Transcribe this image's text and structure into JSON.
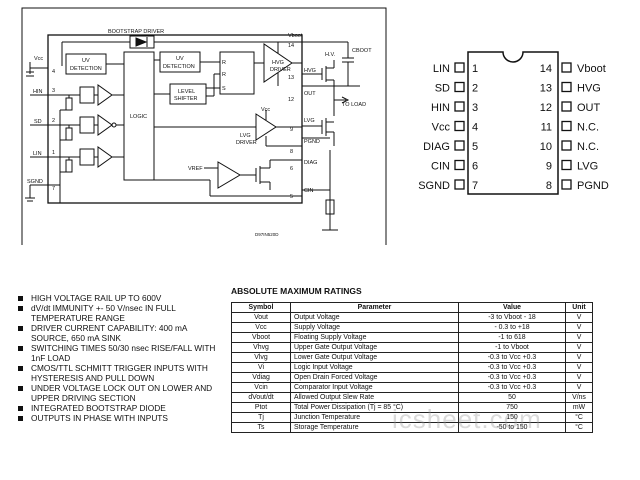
{
  "diagram": {
    "labels": {
      "bootstrap_driver": "BOOTSTRAP DRIVER",
      "vboot": "Vboot",
      "vcc": "Vcc",
      "uv_detection_1": "UV",
      "uv_detection_2": "DETECTION",
      "uv2_detection_1": "UV",
      "uv2_detection_2": "DETECTION",
      "logic": "LOGIC",
      "level_shifter_1": "LEVEL",
      "level_shifter_2": "SHIFTER",
      "r1": "R",
      "r2": "R",
      "s": "S",
      "hvg_driver_1": "HVG",
      "hvg_driver_2": "DRIVER",
      "lvg_driver_1": "LVG",
      "lvg_driver_2": "DRIVER",
      "hv": "H.V.",
      "cboot": "CBOOT",
      "hvg": "HVG",
      "out": "OUT",
      "to_load": "TO LOAD",
      "vcc2": "Vcc",
      "lvg": "LVG",
      "pgnd": "PGND",
      "vref": "VREF",
      "diag": "DIAG",
      "cin": "CIN",
      "hin": "HIN",
      "sd": "SD",
      "lin": "LIN",
      "sgnd": "SGND",
      "p14": "14",
      "p13": "13",
      "p12": "12",
      "p9": "9",
      "p8": "8",
      "p6": "6",
      "p5": "5",
      "p4": "4",
      "p3": "3",
      "p2": "2",
      "p1": "1",
      "p7": "7",
      "code": "D97IN520D"
    }
  },
  "pinout": {
    "left": [
      {
        "name": "LIN",
        "num": "1"
      },
      {
        "name": "SD",
        "num": "2"
      },
      {
        "name": "HIN",
        "num": "3"
      },
      {
        "name": "Vcc",
        "num": "4"
      },
      {
        "name": "DIAG",
        "num": "5"
      },
      {
        "name": "CIN",
        "num": "6"
      },
      {
        "name": "SGND",
        "num": "7"
      }
    ],
    "right": [
      {
        "name": "Vboot",
        "num": "14"
      },
      {
        "name": "HVG",
        "num": "13"
      },
      {
        "name": "OUT",
        "num": "12"
      },
      {
        "name": "N.C.",
        "num": "11"
      },
      {
        "name": "N.C.",
        "num": "10"
      },
      {
        "name": "LVG",
        "num": "9"
      },
      {
        "name": "PGND",
        "num": "8"
      }
    ]
  },
  "features": [
    "HIGH VOLTAGE RAIL UP TO 600V",
    "dV/dt IMMUNITY +- 50 V/nsec IN FULL TEMPERATURE RANGE",
    "DRIVER CURRENT CAPABILITY: 400 mA SOURCE, 650 mA SINK",
    "SWITCHING TIMES 50/30 nsec RISE/FALL WITH 1nF LOAD",
    "CMOS/TTL SCHMITT TRIGGER INPUTS WITH HYSTERESIS AND PULL DOWN",
    "UNDER VOLTAGE LOCK OUT ON LOWER AND UPPER DRIVING SECTION",
    "INTEGRATED BOOTSTRAP DIODE",
    "OUTPUTS IN PHASE WITH INPUTS"
  ],
  "ratings": {
    "title": "ABSOLUTE MAXIMUM RATINGS",
    "headers": [
      "Symbol",
      "Parameter",
      "Value",
      "Unit"
    ],
    "rows": [
      [
        "Vout",
        "Output Voltage",
        "-3 to Vboot - 18",
        "V"
      ],
      [
        "Vcc",
        "Supply Voltage",
        "- 0.3 to +18",
        "V"
      ],
      [
        "Vboot",
        "Floating Supply Voltage",
        "-1 to 618",
        "V"
      ],
      [
        "Vhvg",
        "Upper Gate Output Voltage",
        "-1 to Vboot",
        "V"
      ],
      [
        "Vlvg",
        "Lower Gate Output Voltage",
        "-0.3 to Vcc +0.3",
        "V"
      ],
      [
        "Vi",
        "Logic Input Voltage",
        "-0.3 to Vcc +0.3",
        "V"
      ],
      [
        "Vdiag",
        "Open Drain Forced Voltage",
        "-0.3 to Vcc +0.3",
        "V"
      ],
      [
        "Vcin",
        "Comparator Input Voltage",
        "-0.3 to Vcc +0.3",
        "V"
      ],
      [
        "dVout/dt",
        "Allowed Output Slew Rate",
        "50",
        "V/ns"
      ],
      [
        "Ptot",
        "Total Power Dissipation (Tj = 85 °C)",
        "750",
        "mW"
      ],
      [
        "Tj",
        "Junction Temperature",
        "150",
        "°C"
      ],
      [
        "Ts",
        "Storage Temperature",
        "-50 to 150",
        "°C"
      ]
    ]
  },
  "watermark": "icsheet.com"
}
